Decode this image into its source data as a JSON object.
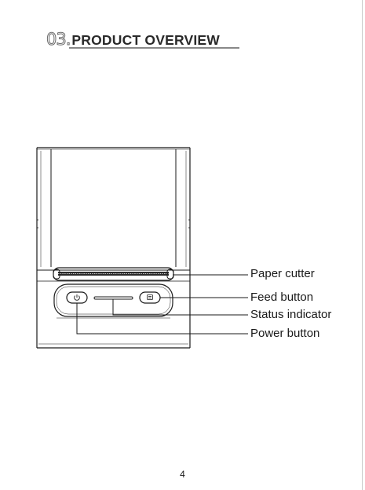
{
  "section": {
    "number": "03.",
    "title": "PRODUCT OVERVIEW"
  },
  "callouts": {
    "paper_cutter": "Paper cutter",
    "feed_button": "Feed button",
    "status_indicator": "Status indicator",
    "power_button": "Power button"
  },
  "page_number": "4",
  "icons": {
    "power": "power-icon",
    "feed": "paper-feed-icon"
  }
}
